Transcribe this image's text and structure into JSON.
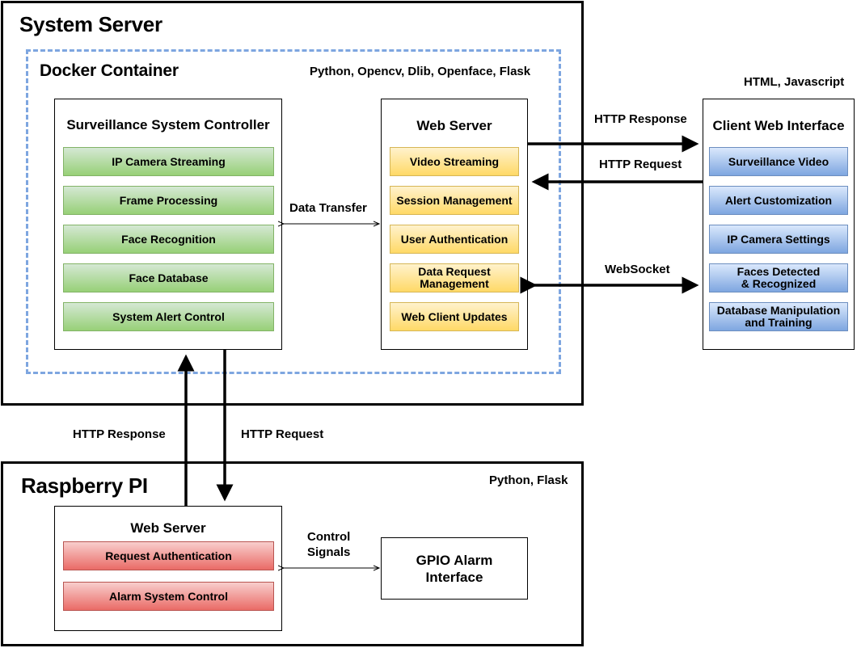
{
  "system_server": {
    "title": "System Server",
    "docker": {
      "title": "Docker Container",
      "tech": "Python, Opencv, Dlib, Openface, Flask",
      "controller": {
        "title": "Surveillance System Controller",
        "items": [
          "IP Camera Streaming",
          "Frame Processing",
          "Face Recognition",
          "Face Database",
          "System Alert Control"
        ]
      },
      "web_server": {
        "title": "Web Server",
        "items": [
          "Video Streaming",
          "Session Management",
          "User Authentication",
          "Data Request\nManagement",
          "Web Client Updates"
        ]
      },
      "data_transfer": "Data Transfer"
    }
  },
  "client": {
    "tech": "HTML, Javascript",
    "title": "Client Web Interface",
    "items": [
      "Surveillance Video",
      "Alert Customization",
      "IP Camera Settings",
      "Faces Detected\n& Recognized",
      "Database Manipulation\nand Training"
    ]
  },
  "links": {
    "http_response_top": "HTTP Response",
    "http_request_top": "HTTP Request",
    "websocket": "WebSocket",
    "http_response_bottom": "HTTP Response",
    "http_request_bottom": "HTTP Request",
    "control_signals": "Control\nSignals"
  },
  "raspberry": {
    "title": "Raspberry PI",
    "tech": "Python, Flask",
    "web_server": {
      "title": "Web Server",
      "items": [
        "Request Authentication",
        "Alarm System Control"
      ]
    },
    "gpio": "GPIO Alarm\nInterface"
  }
}
